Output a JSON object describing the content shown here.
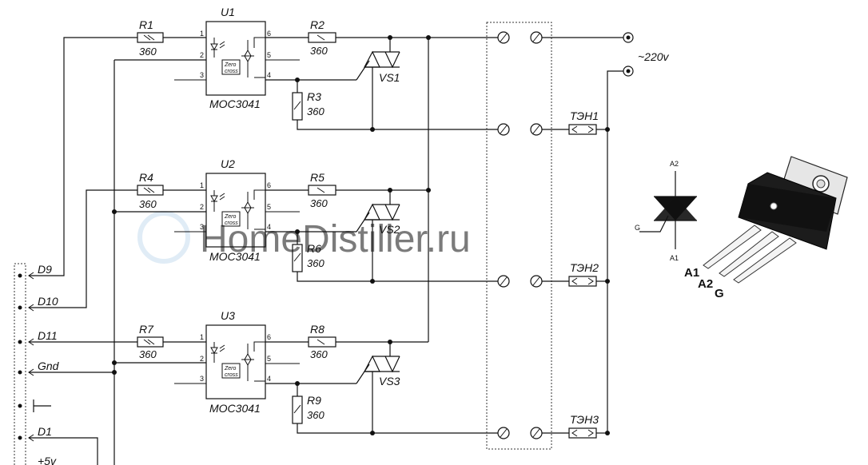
{
  "watermark": "HomeDistiller.ru",
  "connector": {
    "labels": [
      "D9",
      "D10",
      "D11",
      "Gnd",
      "D1",
      "+5v"
    ]
  },
  "channels": [
    {
      "u": "U1",
      "ic": "MOC3041",
      "zc": [
        "Zero",
        "cross"
      ],
      "r_in": "R1",
      "r_in_val": "360",
      "r_out": "R2",
      "r_out_val": "360",
      "r_g": "R3",
      "r_g_val": "360",
      "vs": "VS1",
      "heater": "ТЭН1"
    },
    {
      "u": "U2",
      "ic": "MOC3041",
      "zc": [
        "Zero",
        "cross"
      ],
      "r_in": "R4",
      "r_in_val": "360",
      "r_out": "R5",
      "r_out_val": "360",
      "r_g": "R6",
      "r_g_val": "360",
      "vs": "VS2",
      "heater": "ТЭН2"
    },
    {
      "u": "U3",
      "ic": "MOC3041",
      "zc": [
        "Zero",
        "cross"
      ],
      "r_in": "R7",
      "r_in_val": "360",
      "r_out": "R8",
      "r_out_val": "360",
      "r_g": "R9",
      "r_g_val": "360",
      "vs": "VS3",
      "heater": "ТЭН3"
    }
  ],
  "pins": [
    "1",
    "2",
    "3",
    "6",
    "5",
    "4"
  ],
  "supply": "~220v",
  "triac_symbol": {
    "a2": "A2",
    "a1": "A1",
    "g": "G"
  },
  "package_pins": {
    "a1": "A1",
    "a2": "A2",
    "g": "G"
  }
}
